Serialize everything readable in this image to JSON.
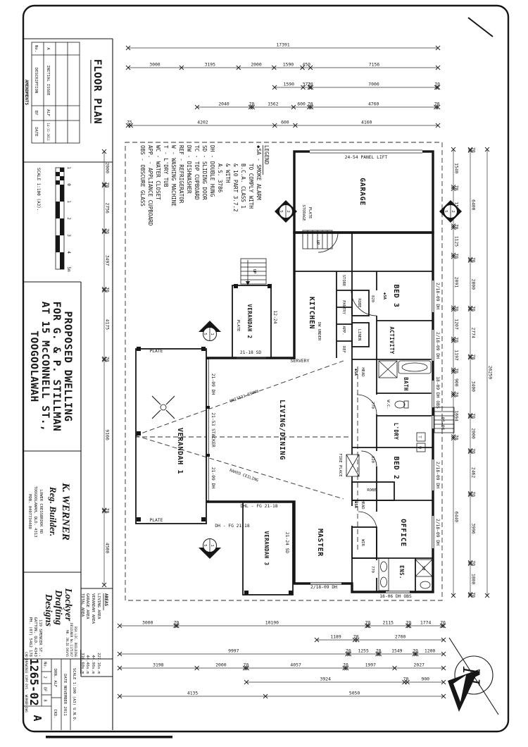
{
  "titleblock": {
    "floor_plan": "FLOOR PLAN",
    "amendments": {
      "label": "AMENDMENTS",
      "headers": [
        "No.",
        "DESCRIPTION",
        "BY",
        "DATE"
      ],
      "row": [
        "A",
        "INITIAL ISSUE",
        "ALF",
        "14-11-2011"
      ]
    },
    "scalebar": {
      "label": "SCALE 1:100 (A3).",
      "ticks": [
        "1",
        "0",
        "1",
        "2",
        "3",
        "4",
        "5m"
      ]
    },
    "project": {
      "l1": "PROPOSED DWELLING",
      "l2": "FOR G. & P. STILLMAN",
      "l3": "AT 15 McCONNELL ST.,",
      "l4": "TOOGOOLAWAH"
    },
    "builder": {
      "name1": "K. WERNER",
      "name2": "Reg. Builder.",
      "a1": "LOWER CRESSBROOK RD",
      "a2": "TOOGOOLAWAH, QLD. 4313",
      "a3": "MOB. 0407734488"
    },
    "drafting": {
      "n1": "Lockyer",
      "n2": "Drafting",
      "n3": "Designs",
      "b1": "BSA LIC. BUILDING",
      "b2": "DESIGNER No.1175367",
      "b3": "MR. JULIE DAVYS",
      "a1": "119 SPENCER ST.,",
      "a2": "GATTON, QLD. 4343",
      "a3": "PH. (07) 5462 178"
    },
    "fields": {
      "scale": "SCALE 1:100 (A3) U.N.O.",
      "date": "DATE NOVEMBER 2011",
      "drn": "DRN. ALF",
      "ckd": "CKD.",
      "no": "No.",
      "sheet": "2",
      "of": "OF",
      "total": "8",
      "job": "1265-02",
      "rev": "A",
      "micro": "CAD DRAWINGS COPY-DYS - WERNER.DWG"
    }
  },
  "areas": {
    "title": "AREAS",
    "rows": [
      {
        "label": "LIVING AREA",
        "value": "227.16s.m"
      },
      {
        "label": "VERANDAH AREA",
        "value": "44.98s.m"
      },
      {
        "label": "GARAGE AREA",
        "value": "44.46s.m"
      },
      {
        "label": "TOTAL AREA",
        "value": "316.60s.m"
      }
    ]
  },
  "legend": {
    "lines": [
      {
        "t": "LEGEND",
        "u": true
      },
      {
        "t": "◆SA - SMOKE ALARM"
      },
      {
        "t": "TO COMPLY WITH",
        "indent": true
      },
      {
        "t": "B.C.A. CLASS 1",
        "indent": true
      },
      {
        "t": "& 10 PART 3.7.2",
        "indent": true
      },
      {
        "t": "& WITH",
        "indent": true
      },
      {
        "t": "A.S. 3786",
        "indent": true
      },
      {
        "t": "DH - DOUBLE HUNG"
      },
      {
        "t": "SD - SLIDING DOOR"
      },
      {
        "t": "TC - TOP CUPBOARD"
      },
      {
        "t": "DW - DISHWASHER"
      },
      {
        "t": "REF - REFRIGERATOR"
      },
      {
        "t": "W - WASHING MACHINE"
      },
      {
        "t": "T - L'DRY TUB"
      },
      {
        "t": "WC - WATER CLOSET"
      },
      {
        "t": "APP. - APPLIANCE CUPBOARD"
      },
      {
        "t": "OBS - OBSCURE GLASS"
      }
    ]
  },
  "compass": {
    "n": "N"
  },
  "plan": {
    "rooms": {
      "garage": "GARAGE",
      "bed3": "BED 3",
      "activity": "ACTIVITY",
      "bath": "BATH",
      "wc": "W.C.",
      "ldry": "L'DRY",
      "bed2": "BED 2",
      "office": "OFFICE",
      "ens": "ENS.",
      "master": "MASTER",
      "kitchen": "KITCHEN",
      "living": "LIVING/DINING",
      "v1": "VERANDAH 1",
      "v2": "VERANDAH 2",
      "v3": "VERANDAH 3",
      "wir": "WIR",
      "robe": "ROBE",
      "linen": "LINEN",
      "store": "STORE",
      "pantry": "PANTRY",
      "app": "APP.",
      "ref": "REF",
      "storage": "STORAGE",
      "plate": "PLATE",
      "t": "T",
      "w": "W",
      "sh": "SH",
      "dw": "DW UNDER"
    },
    "labels": {
      "panel_lift": "24-54 PANEL LIFT",
      "w_dh": "2/18-09 DH",
      "w_bath": "18-09 DH OBS",
      "w_wc": "06-06",
      "w_ens": "18-06 DH OBS",
      "w_1224": "12-24",
      "sd_2118": "21-18 SD",
      "dh_2109": "21-09 DH",
      "stacker": "21-53 STACKER",
      "sd_2124": "21-24 SD",
      "dhfg": "DH - FG 21-18",
      "dhlfg": "DHL - FG 21-18",
      "servery": "SERVERY",
      "head": "HEAD",
      "sa": "◆SA",
      "up": "UP",
      "fire": "FIRE PLACE",
      "raked": "RAKED CEILING",
      "d820": "820",
      "d770": "770",
      "sec1": "1",
      "sec2": "2",
      "sec_sheet": "5"
    }
  },
  "dims": {
    "left": [
      [
        "17391"
      ],
      [
        "7156",
        "450",
        "1590",
        "2000",
        "3195",
        "3000"
      ],
      [
        "70",
        "7000",
        "70",
        "372",
        "1590"
      ],
      [
        "70",
        "4760",
        "70",
        "600",
        "1562",
        "70",
        "2040"
      ],
      [
        "4160",
        "600",
        "4202",
        "75"
      ]
    ],
    "top": [
      [
        "26259"
      ],
      [
        "70",
        "6400",
        "70",
        "2800",
        "70",
        "2774",
        "70",
        "3400",
        "70",
        "2000",
        "70",
        "2462",
        "70",
        "3996",
        "70",
        "1800",
        "70"
      ],
      [
        "1540",
        "70",
        "1522",
        "70",
        "1125",
        "70",
        "2091",
        "70",
        "1207",
        "70",
        "1197",
        "70",
        "900",
        "70",
        "1694",
        "70",
        "6440"
      ]
    ],
    "right": [
      [
        "70",
        "1774",
        "70",
        "2115",
        "70",
        "10190",
        "70",
        "3000"
      ],
      [
        "2700",
        "70",
        "1189"
      ],
      [
        "1200",
        "70",
        "1549",
        "70",
        "1255",
        "70",
        "9997"
      ],
      [
        "2027",
        "1997",
        "70",
        "4057",
        "70",
        "2000",
        "3198"
      ],
      [
        "900",
        "70",
        "3924"
      ],
      [
        "5050",
        "4135"
      ]
    ],
    "bottom": [
      [
        "2000",
        "70",
        "2756",
        "70",
        "3497",
        "70",
        "4175",
        "70",
        "9166",
        "70",
        "4500"
      ]
    ]
  }
}
